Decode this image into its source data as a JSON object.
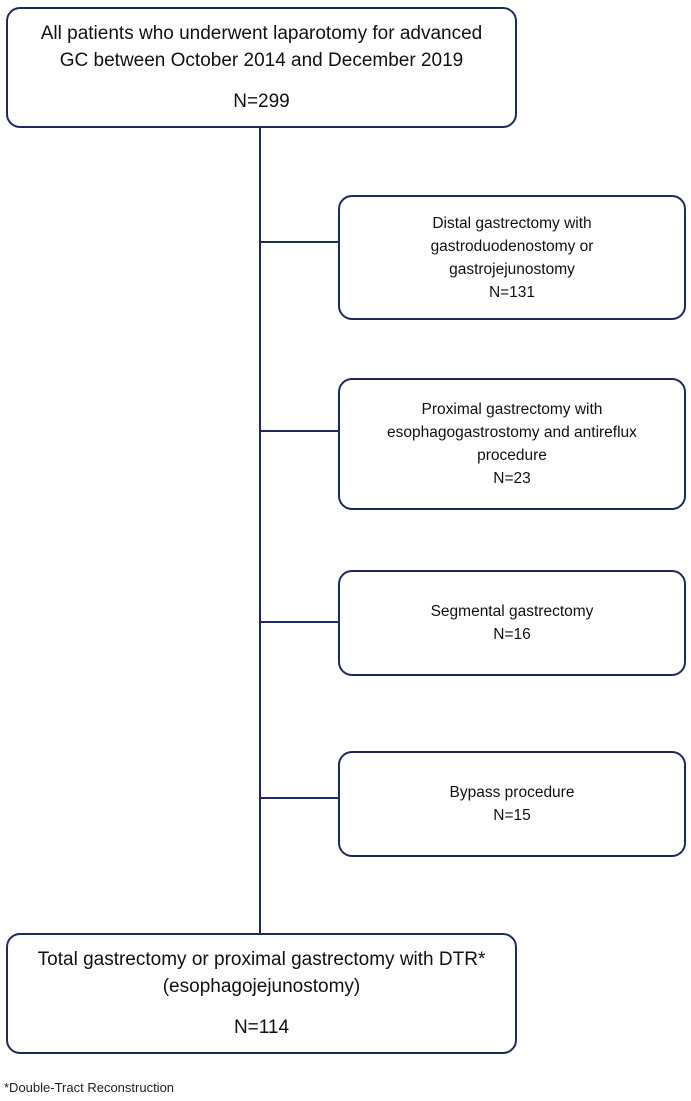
{
  "top": {
    "line1": "All patients who underwent laparotomy for advanced",
    "line2": "GC between October 2014 and December 2019",
    "n": "N=299"
  },
  "branches": [
    {
      "lines": [
        "Distal gastrectomy with",
        "gastroduodenostomy or",
        "gastrojejunostomy"
      ],
      "n": "N=131"
    },
    {
      "lines": [
        "Proximal gastrectomy with",
        "esophagogastrostomy and antireflux",
        "procedure"
      ],
      "n": "N=23"
    },
    {
      "lines": [
        "Segmental gastrectomy"
      ],
      "n": "N=16"
    },
    {
      "lines": [
        "Bypass procedure"
      ],
      "n": "N=15"
    }
  ],
  "bottom": {
    "line1": "Total gastrectomy or proximal gastrectomy with DTR*",
    "line2": "(esophagojejunostomy)",
    "n": "N=114"
  },
  "footnote": "*Double-Tract Reconstruction"
}
